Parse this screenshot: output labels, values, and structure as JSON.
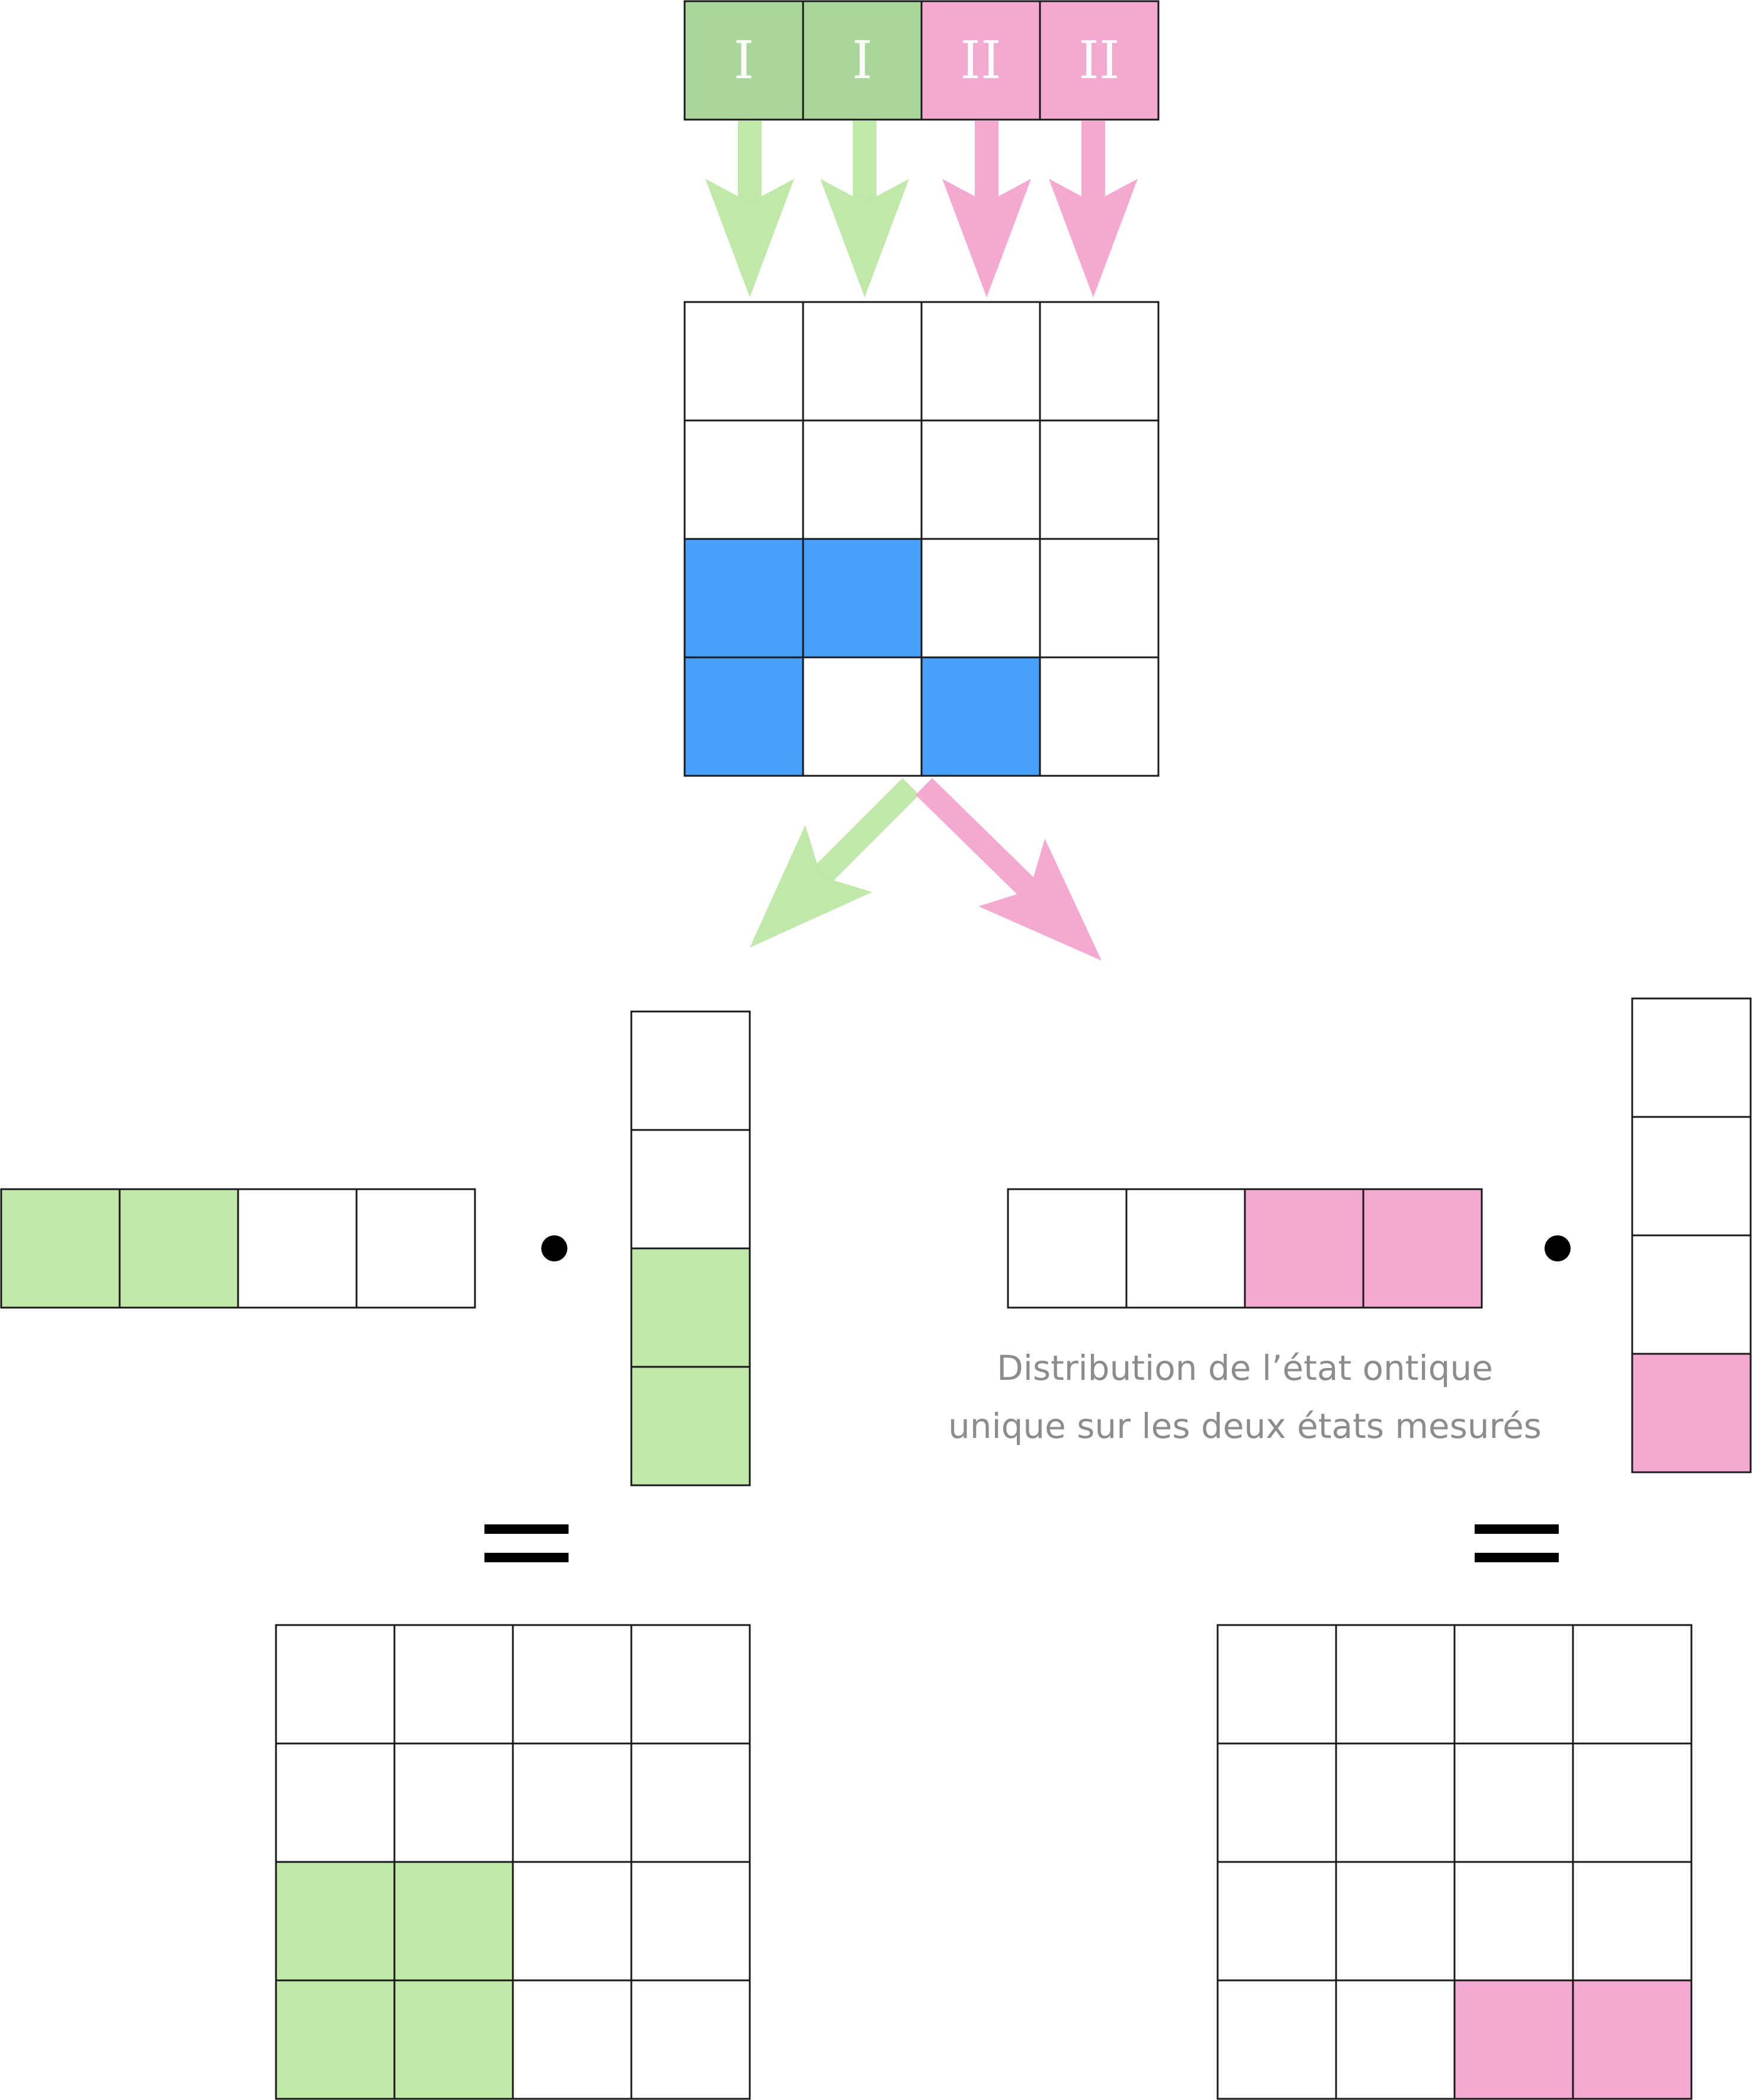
{
  "colors": {
    "green_header": "#a9d79a",
    "green_fill": "#bfe8a9",
    "pink": "#f4a9d0",
    "blue": "#479ff8",
    "grid_line": "#1a1a1a",
    "caption": "#8c8c8c"
  },
  "header": {
    "labels": [
      "I",
      "I",
      "II",
      "II"
    ],
    "colors": [
      "green_header",
      "green_header",
      "pink",
      "pink"
    ]
  },
  "source_matrix": {
    "rows": 4,
    "cols": 4,
    "filled": [
      [
        0,
        0,
        0,
        0
      ],
      [
        0,
        0,
        0,
        0
      ],
      [
        1,
        1,
        0,
        0
      ],
      [
        1,
        0,
        1,
        0
      ]
    ],
    "fill_color": "blue"
  },
  "left_product": {
    "row_vector": [
      1,
      1,
      0,
      0
    ],
    "column_vector": [
      0,
      0,
      1,
      1
    ],
    "result": [
      [
        0,
        0,
        0,
        0
      ],
      [
        0,
        0,
        0,
        0
      ],
      [
        1,
        1,
        0,
        0
      ],
      [
        1,
        1,
        0,
        0
      ]
    ],
    "fill_color": "green_fill"
  },
  "right_product": {
    "row_vector": [
      0,
      0,
      1,
      1
    ],
    "column_vector": [
      0,
      0,
      0,
      1
    ],
    "result": [
      [
        0,
        0,
        0,
        0
      ],
      [
        0,
        0,
        0,
        0
      ],
      [
        0,
        0,
        0,
        0
      ],
      [
        0,
        0,
        1,
        1
      ]
    ],
    "fill_color": "pink"
  },
  "caption": {
    "line1": "Distribution de l’état ontique",
    "line2": "unique sur les deux états mesurés"
  }
}
